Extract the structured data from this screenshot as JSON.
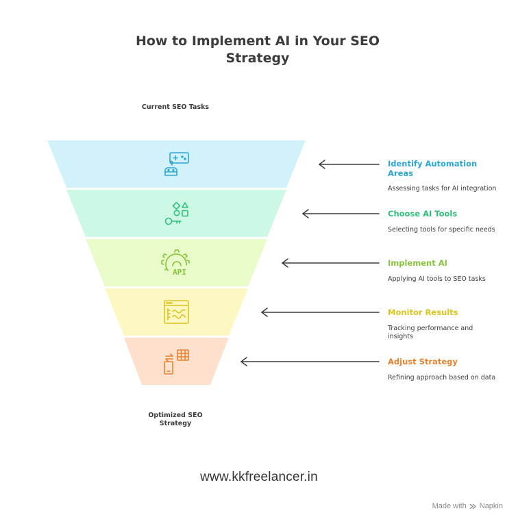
{
  "title": "How to Implement AI in Your SEO Strategy",
  "funnel": {
    "top_label": "Current SEO Tasks",
    "bottom_label": "Optimized SEO Strategy"
  },
  "steps": [
    {
      "title": "Identify Automation Areas",
      "description": "Assessing tasks for AI integration",
      "color": "#2aa6d6",
      "fill": "#d2f2fb",
      "icon": "robot-controller-icon"
    },
    {
      "title": "Choose AI Tools",
      "description": "Selecting tools for specific needs",
      "color": "#2fbf7a",
      "fill": "#cdf8e6",
      "icon": "shapes-key-icon"
    },
    {
      "title": "Implement AI",
      "description": "Applying AI tools to SEO tasks",
      "color": "#86c23a",
      "fill": "#e8fbc9",
      "icon": "gear-api-icon"
    },
    {
      "title": "Monitor Results",
      "description": "Tracking performance and insights",
      "color": "#dcc321",
      "fill": "#fdf8c1",
      "icon": "dashboard-window-icon"
    },
    {
      "title": "Adjust Strategy",
      "description": "Refining approach based on data",
      "color": "#e8822e",
      "fill": "#fde1cd",
      "icon": "device-sync-table-icon"
    }
  ],
  "website": "www.kkfreelancer.in",
  "credit": "Made with",
  "credit_brand": "Napkin"
}
